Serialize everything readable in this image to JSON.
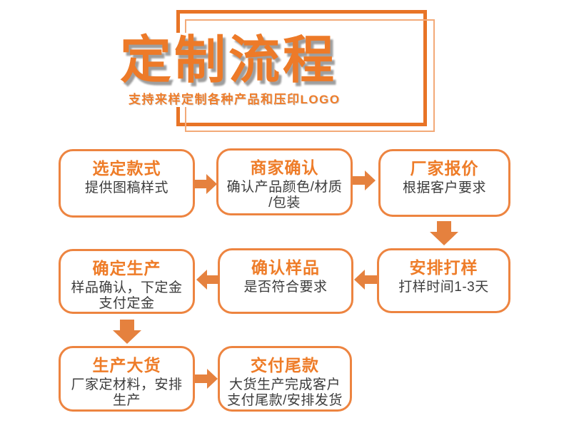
{
  "header": {
    "title": "定制流程",
    "subtitle": "支持来样定制各种产品和压印LOGO"
  },
  "flow": {
    "boxes": [
      {
        "title": "选定款式",
        "lines": [
          "提供图稿样式"
        ]
      },
      {
        "title": "商家确认",
        "lines": [
          "确认产品颜色/材质",
          "/包装"
        ]
      },
      {
        "title": "厂家报价",
        "lines": [
          "根据客户要求"
        ]
      },
      {
        "title": "安排打样",
        "lines": [
          "打样时间1-3天"
        ]
      },
      {
        "title": "确认样品",
        "lines": [
          "是否符合要求"
        ]
      },
      {
        "title": "确定生产",
        "lines": [
          "样品确认，下定金",
          "支付定金"
        ]
      },
      {
        "title": "生产大货",
        "lines": [
          "厂家定材料，安排",
          "生产"
        ]
      },
      {
        "title": "交付尾款",
        "lines": [
          "大货生产完成客户",
          "支付尾款/安排发货"
        ]
      }
    ]
  },
  "colors": {
    "accent_orange": "#EE7C28",
    "box_border": "#ED8440",
    "arrow": "#E5813E",
    "frame_outer": "#E87426",
    "frame_inner": "#F3AA78",
    "body_text": "#3C3C3C",
    "title_shadow": "#9E9E9E",
    "background": "#FFFFFF"
  }
}
